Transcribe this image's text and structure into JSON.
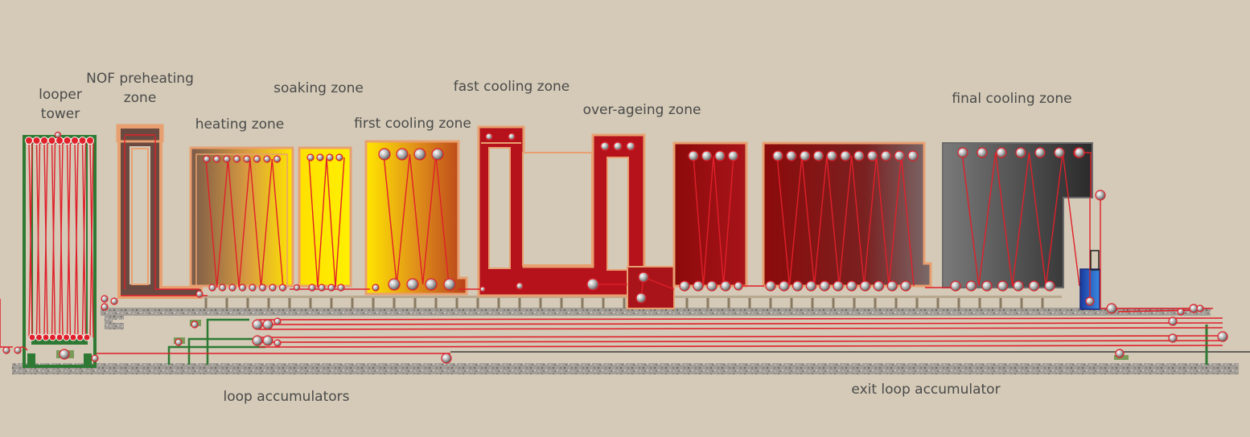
{
  "labels": {
    "looper_tower_l1": "looper",
    "looper_tower_l2": "tower",
    "nof_l1": "NOF preheating",
    "nof_l2": "zone",
    "heating": "heating zone",
    "soaking": "soaking zone",
    "first_cooling": "first cooling zone",
    "fast_cooling": "fast cooling zone",
    "over_ageing": "over-ageing zone",
    "final_cooling": "final cooling zone",
    "loop_accumulators": "loop accumulators",
    "exit_loop": "exit loop accumulator"
  },
  "colors": {
    "background": "#d4cab7",
    "strip": "#e0202a",
    "frame_green": "#2e7a34",
    "furnace_border": "#e8a070",
    "heating_yellow": "#ffe600",
    "dark_red": "#8c0a0a",
    "final_grey": "#5a5a5a",
    "gravel": "#9a9690"
  }
}
